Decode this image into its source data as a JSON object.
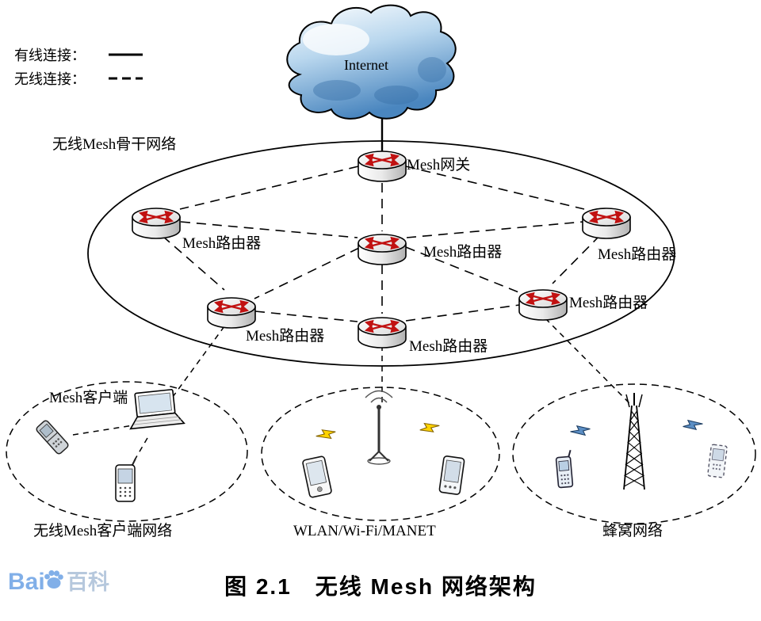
{
  "legend": {
    "wired_label": "有线连接：",
    "wireless_label": "无线连接："
  },
  "internet": {
    "label": "Internet"
  },
  "backbone": {
    "label": "无线Mesh骨干网络",
    "nodes": [
      {
        "label": "Mesh网关"
      },
      {
        "label": "Mesh路由器"
      },
      {
        "label": "Mesh路由器"
      },
      {
        "label": "Mesh路由器"
      },
      {
        "label": "Mesh路由器"
      },
      {
        "label": "Mesh路由器"
      },
      {
        "label": "Mesh路由器"
      }
    ]
  },
  "subnetworks": [
    {
      "inner_label": "Mesh客户端",
      "label": "无线Mesh客户端网络"
    },
    {
      "label": "WLAN/Wi-Fi/MANET"
    },
    {
      "label": "蜂窝网络"
    }
  ],
  "caption": "图 2.1　无线 Mesh 网络架构",
  "watermark": {
    "prefix": "Bai",
    "suffix": "百科"
  }
}
